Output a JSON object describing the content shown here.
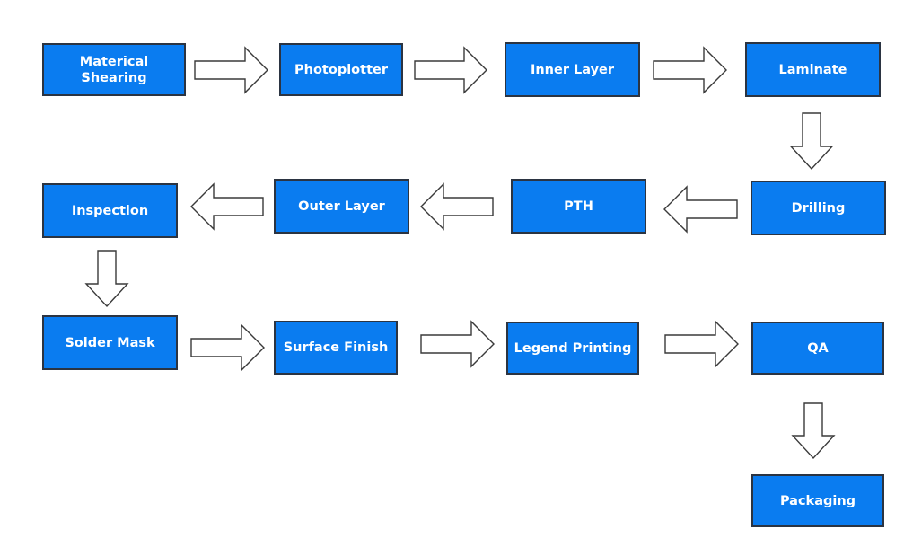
{
  "steps": {
    "material_shearing": "Materical\nShearing",
    "photoplotter": "Photoplotter",
    "inner_layer": "Inner Layer",
    "laminate": "Laminate",
    "drilling": "Drilling",
    "pth": "PTH",
    "outer_layer": "Outer Layer",
    "inspection": "Inspection",
    "solder_mask": "Solder Mask",
    "surface_finish": "Surface Finish",
    "legend_printing": "Legend Printing",
    "qa": "QA",
    "packaging": "Packaging"
  },
  "colors": {
    "box_fill": "#0a7cf0",
    "box_border": "#2b3442",
    "box_text": "#ffffff",
    "arrow_fill": "#ffffff",
    "arrow_stroke": "#3a3a3a"
  }
}
